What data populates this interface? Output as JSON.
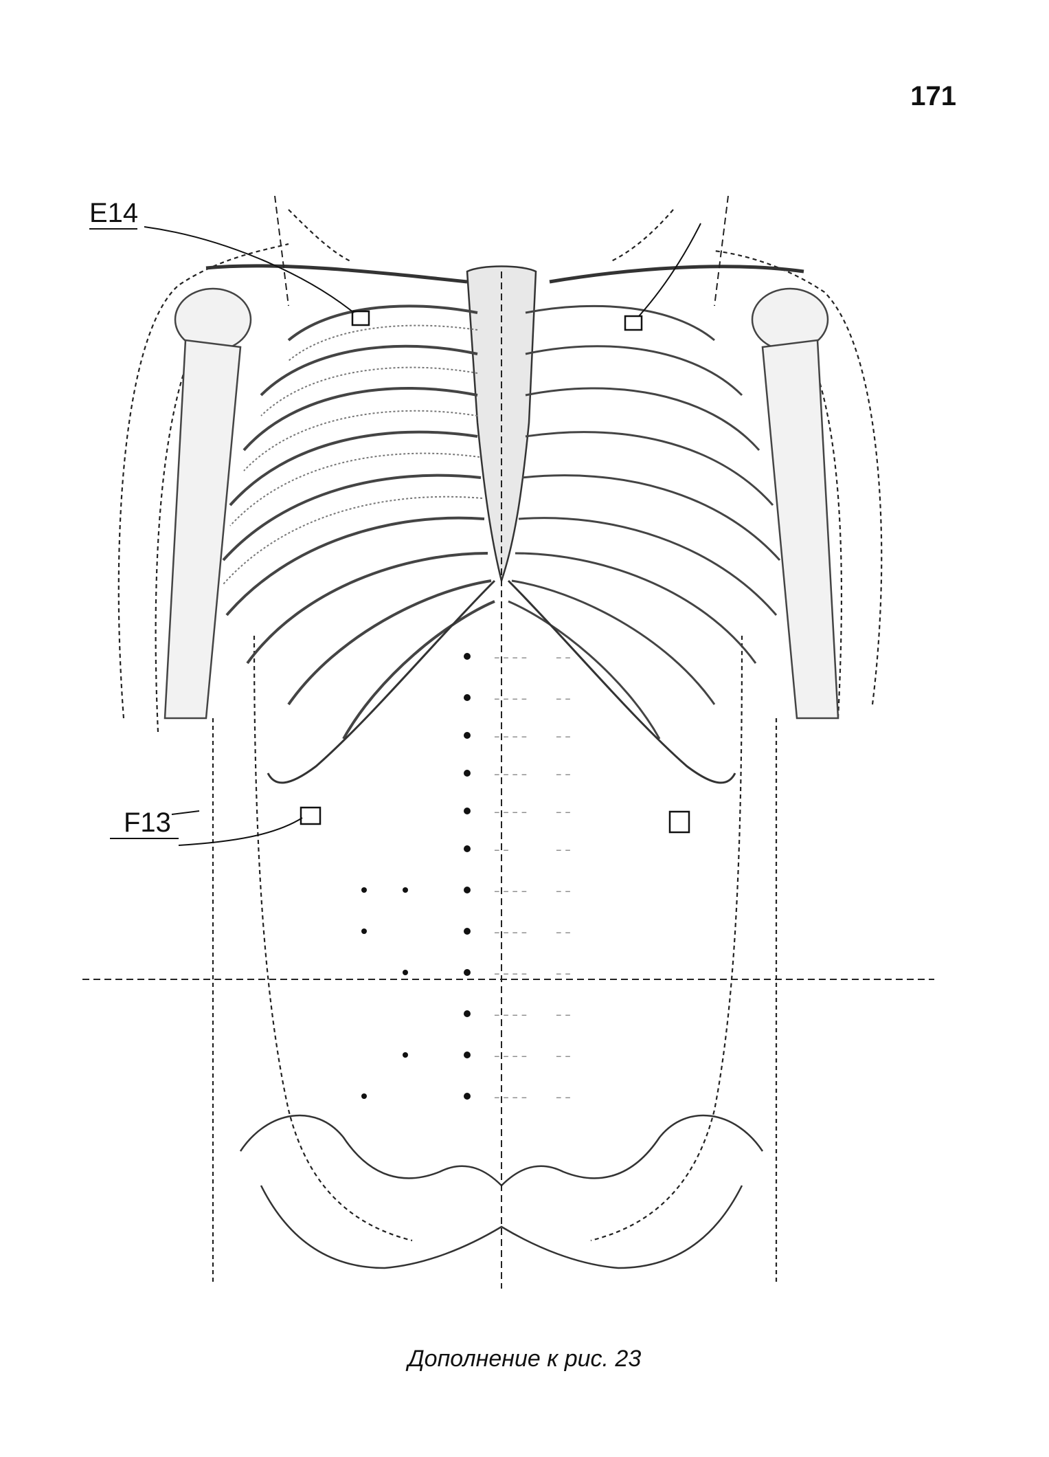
{
  "page_number": "171",
  "figure": {
    "top_left_label": "E14",
    "lower_left_label": "F13"
  },
  "caption": "Дополнение к рис. 23"
}
